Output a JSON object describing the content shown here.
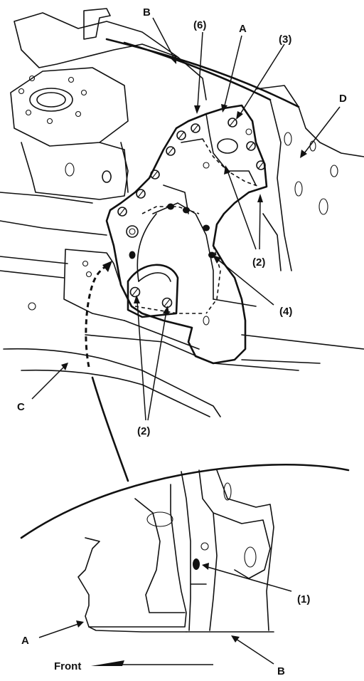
{
  "callouts": {
    "b_top": "B",
    "six": "(6)",
    "a_top": "A",
    "three": "(3)",
    "d": "D",
    "two_right": "(2)",
    "four": "(4)",
    "c": "C",
    "two_bottom": "(2)",
    "one": "(1)",
    "a_bottom": "A",
    "b_bottom": "B",
    "front": "Front"
  },
  "colors": {
    "ink": "#111111",
    "background": "#ffffff"
  }
}
